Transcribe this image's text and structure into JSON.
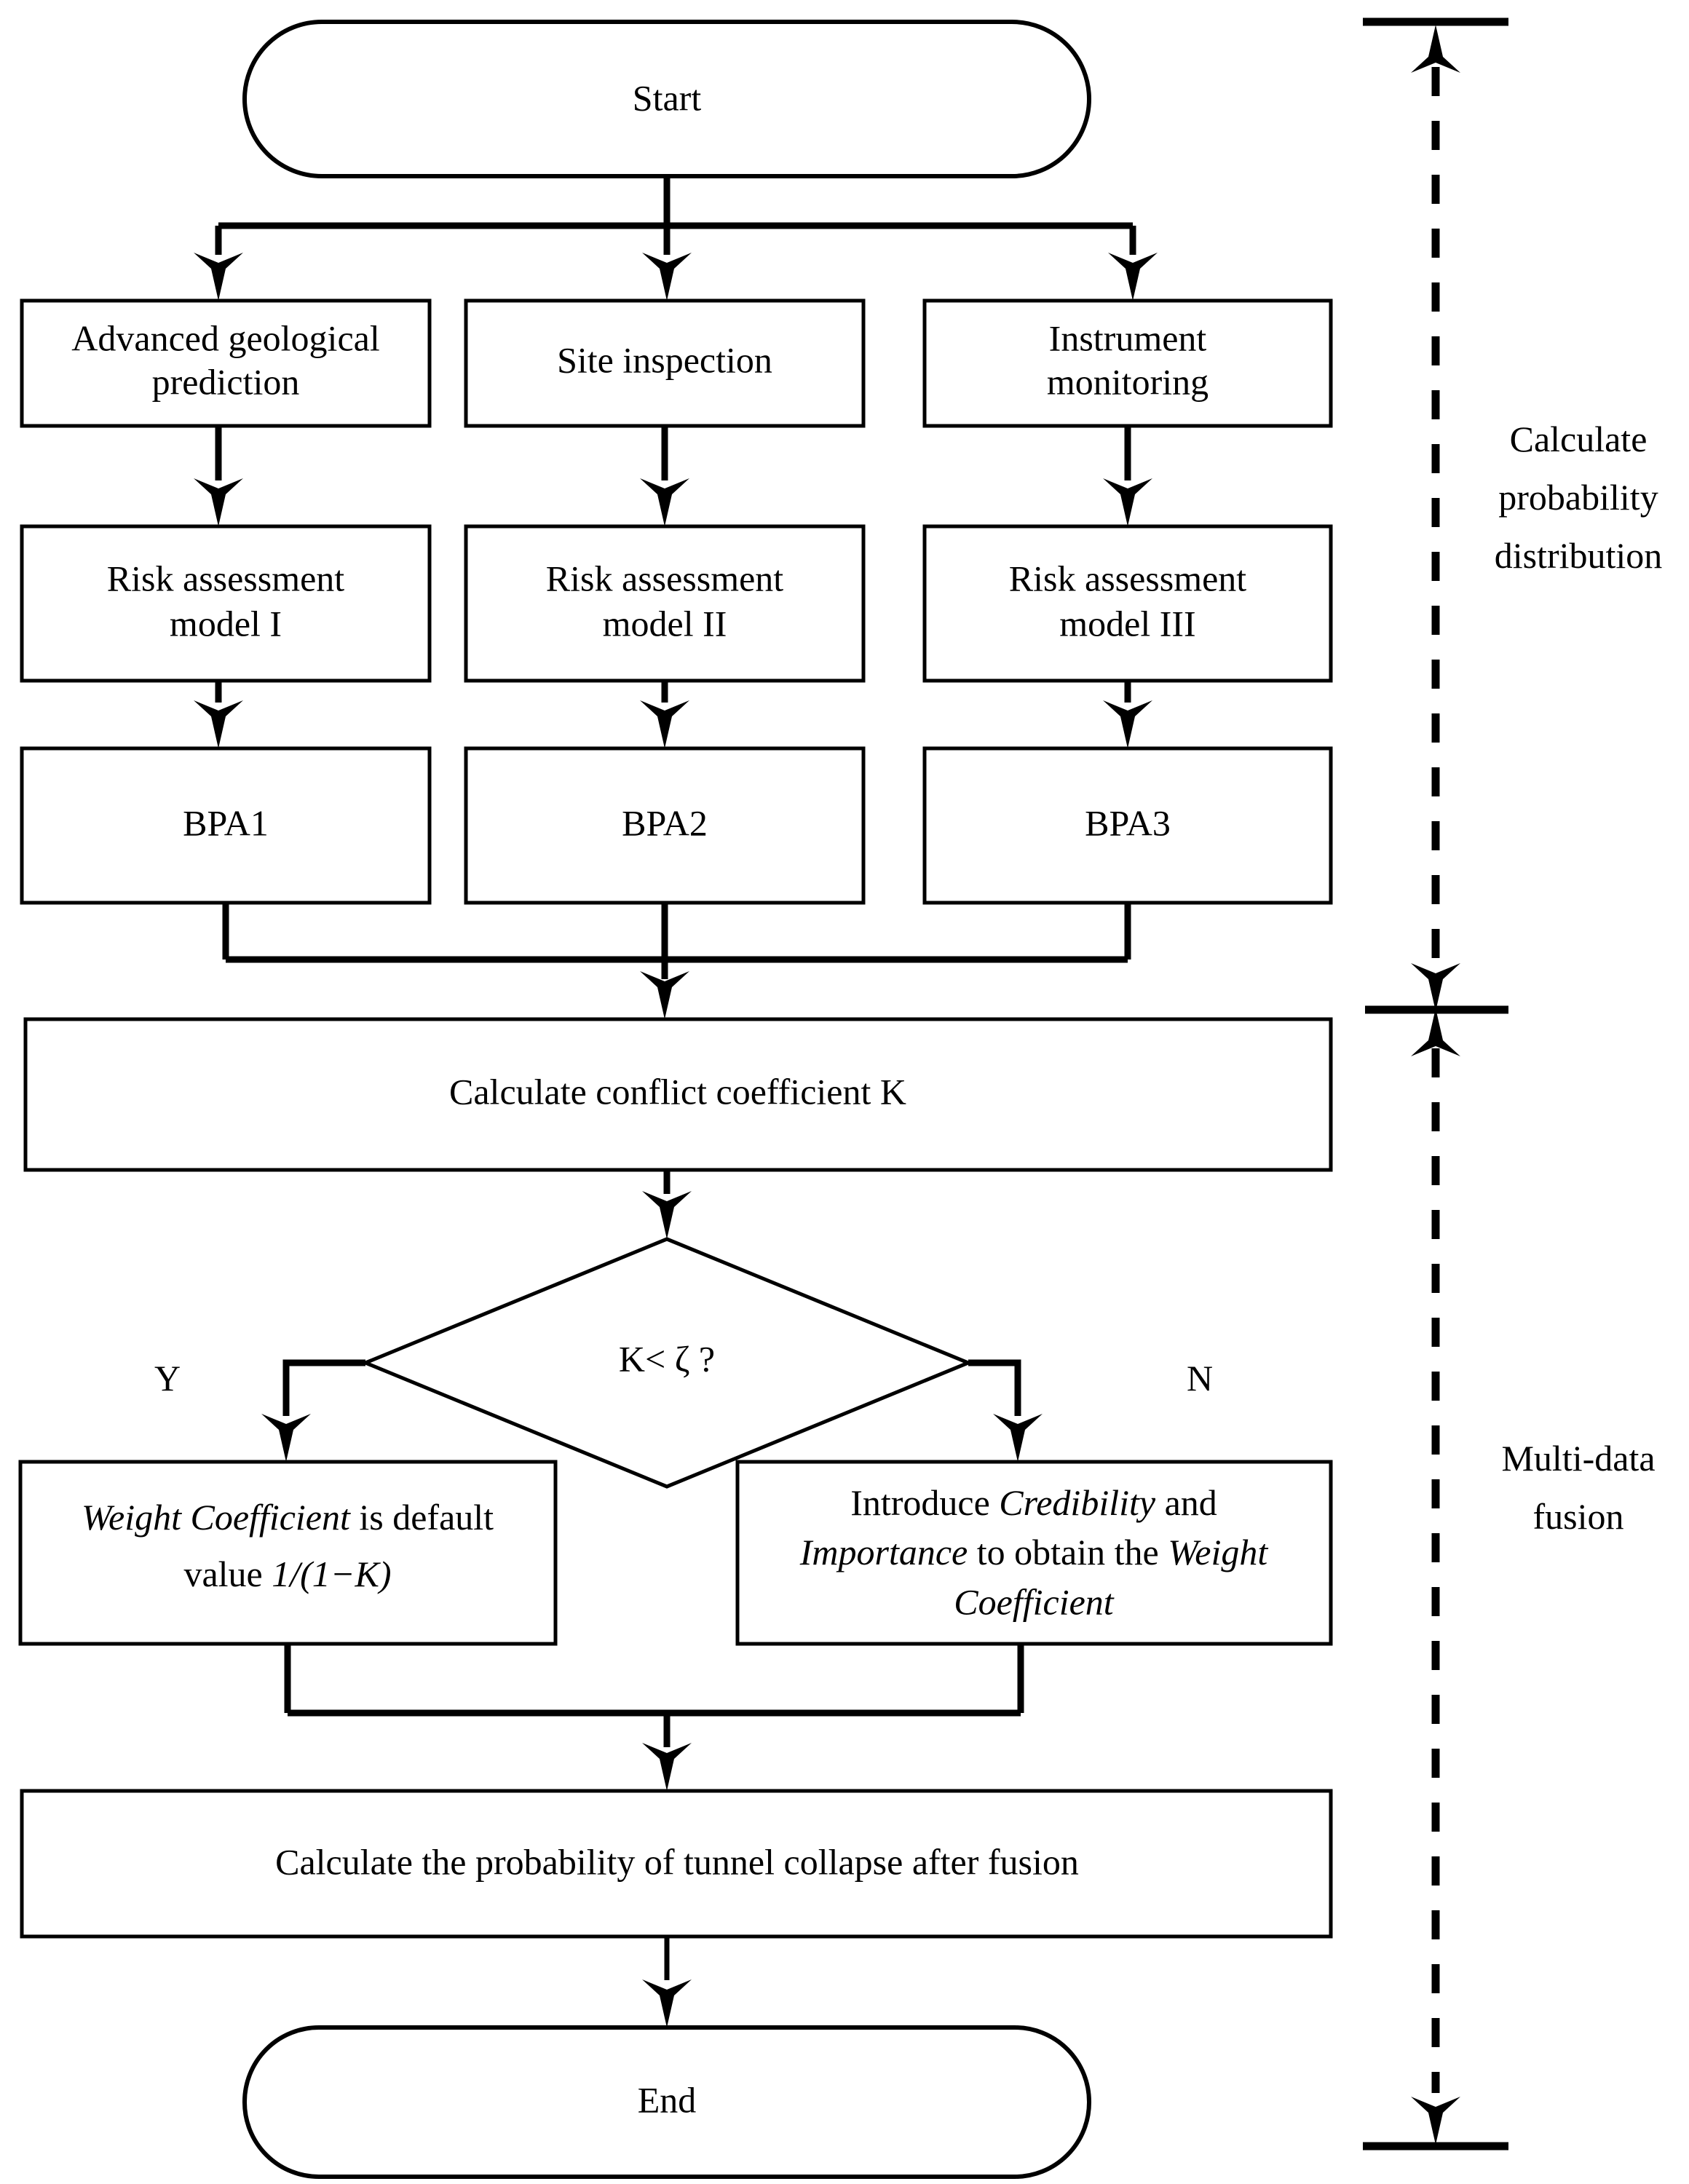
{
  "diagram": {
    "title": "Tunnel collapse risk multi-data fusion flowchart",
    "background_color": "#ffffff",
    "line_color": "#000000"
  },
  "nodes": {
    "start": {
      "label": "Start",
      "shape": "terminator"
    },
    "source_1": {
      "line1": "Advanced geological",
      "line2": "prediction",
      "shape": "process"
    },
    "source_2": {
      "line1": "Site inspection",
      "line2": "",
      "shape": "process"
    },
    "source_3": {
      "line1": "Instrument",
      "line2": "monitoring",
      "shape": "process"
    },
    "model_1": {
      "line1": "Risk assessment",
      "line2": "model I",
      "shape": "process"
    },
    "model_2": {
      "line1": "Risk assessment",
      "line2": "model II",
      "shape": "process"
    },
    "model_3": {
      "line1": "Risk assessment",
      "line2": "model III",
      "shape": "process"
    },
    "bpa_1": {
      "label": "BPA1",
      "shape": "process"
    },
    "bpa_2": {
      "label": "BPA2",
      "shape": "process"
    },
    "bpa_3": {
      "label": "BPA3",
      "shape": "process"
    },
    "conflict": {
      "label": "Calculate conflict coefficient K",
      "shape": "process"
    },
    "decision": {
      "label": "K< ζ ?",
      "shape": "diamond"
    },
    "yes_box": {
      "line1_a": "Weight Coefficient",
      "line1_b": " is default",
      "line2_a": "value ",
      "line2_b": "1/(1−K)",
      "shape": "process"
    },
    "no_box": {
      "line1_a": "Introduce ",
      "line1_b": "Credibility",
      "line1_c": " and",
      "line2_a": "Importance",
      "line2_b": " to obtain the ",
      "line2_c": "Weight",
      "line3": "Coefficient",
      "shape": "process"
    },
    "fusion_result": {
      "label": "Calculate the probability of tunnel collapse after fusion",
      "shape": "process"
    },
    "end": {
      "label": "End",
      "shape": "terminator"
    }
  },
  "branch_labels": {
    "yes": "Y",
    "no": "N"
  },
  "annotations": {
    "phase_1": {
      "line1": "Calculate",
      "line2": "probability",
      "line3": "distribution"
    },
    "phase_2": {
      "line1": "Multi-data",
      "line2": "fusion"
    }
  }
}
